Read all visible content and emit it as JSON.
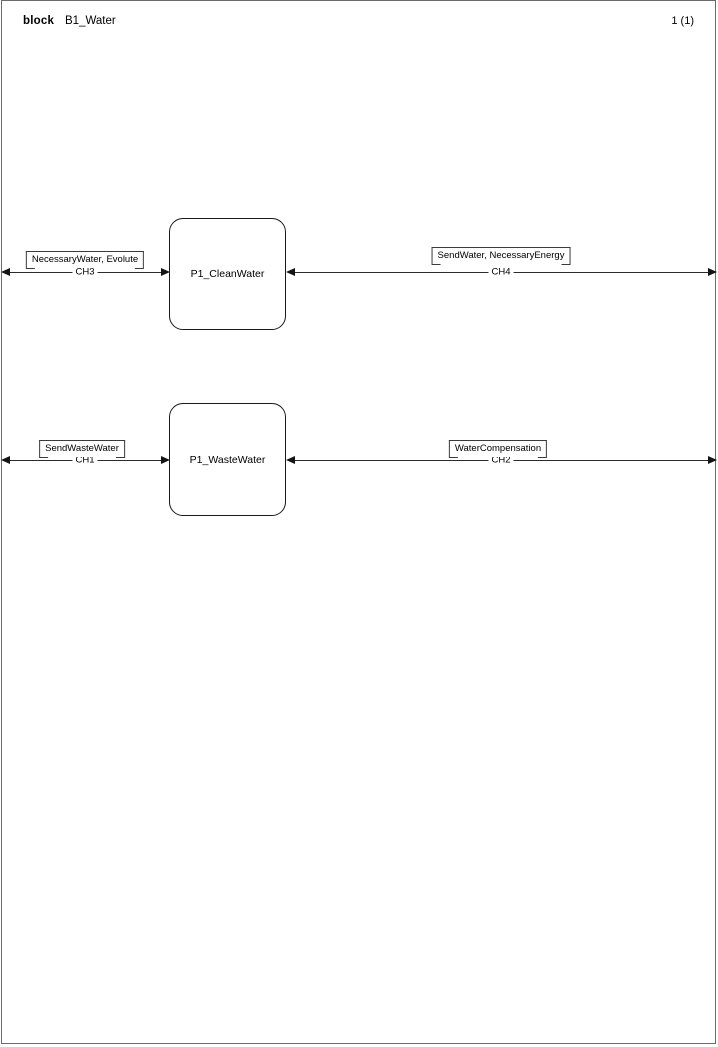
{
  "header": {
    "keyword": "block",
    "title": "B1_Water",
    "page_indicator": "1 (1)"
  },
  "diagram": {
    "type": "block-definition",
    "blocks": [
      {
        "id": "p1-cleanwater",
        "label": "P1_CleanWater"
      },
      {
        "id": "p1-wastewater",
        "label": "P1_WasteWater"
      }
    ],
    "connectors": [
      {
        "id": "ch3",
        "channel": "CH3",
        "flow_label": "NecessaryWater, Evolute",
        "side": "left",
        "connects_to": "P1_CleanWater",
        "arrow_start": "left",
        "arrow_end": "right"
      },
      {
        "id": "ch4",
        "channel": "CH4",
        "flow_label": "SendWater, NecessaryEnergy",
        "side": "right",
        "connects_to": "P1_CleanWater",
        "arrow_start": "left",
        "arrow_end": "right"
      },
      {
        "id": "ch1",
        "channel": "CH1",
        "flow_label": "SendWasteWater",
        "side": "left",
        "connects_to": "P1_WasteWater",
        "arrow_start": "left",
        "arrow_end": "right"
      },
      {
        "id": "ch2",
        "channel": "CH2",
        "flow_label": "WaterCompensation",
        "side": "right",
        "connects_to": "P1_WasteWater",
        "arrow_start": "left",
        "arrow_end": "right"
      }
    ]
  },
  "colors": {
    "line": "#2b2b2b",
    "block_border": "#1a1a1a",
    "page_border": "#6b6b6b",
    "text": "#000000",
    "background": "#ffffff"
  }
}
